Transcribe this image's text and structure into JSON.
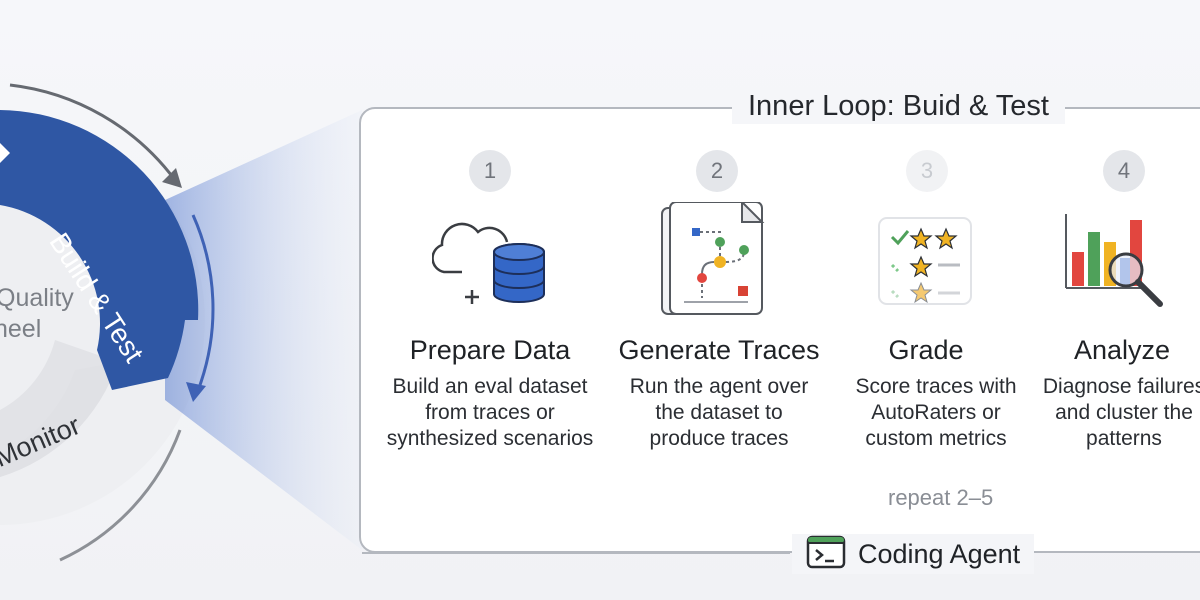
{
  "wheel": {
    "center_text": [
      "Quality",
      "neel"
    ],
    "build_test_label": "Build & Test",
    "monitor_label": "Monitor",
    "colors": {
      "build_segment": "#2f57a4",
      "monitor_segment": "#e2e3e7",
      "arrow": "#666a71",
      "blue_arrow": "#3f62b5"
    }
  },
  "inner_loop": {
    "title": "Inner Loop: Buid & Test",
    "steps": [
      {
        "number": "1",
        "title": "Prepare Data",
        "desc": [
          "Build an eval dataset",
          "from traces or",
          "synthesized scenarios"
        ],
        "icon": "cloud-database-icon"
      },
      {
        "number": "2",
        "title": "Generate Traces",
        "desc": [
          "Run the agent over",
          "the dataset to",
          "produce traces"
        ],
        "icon": "trace-document-icon"
      },
      {
        "number": "3",
        "title": "Grade",
        "desc": [
          "Score traces with",
          "AutoRaters or",
          "custom metrics"
        ],
        "icon": "star-checklist-icon"
      },
      {
        "number": "4",
        "title": "Analyze",
        "desc": [
          "Diagnose failures",
          "and cluster the",
          "patterns"
        ],
        "icon": "bar-chart-magnifier-icon"
      }
    ],
    "repeat_label": "repeat 2–5",
    "colors": {
      "flow_arrow": "#4b73c5",
      "loop_arrow": "#4b73c5"
    }
  },
  "footer": {
    "label": "Coding Agent",
    "icon": "terminal-icon"
  }
}
